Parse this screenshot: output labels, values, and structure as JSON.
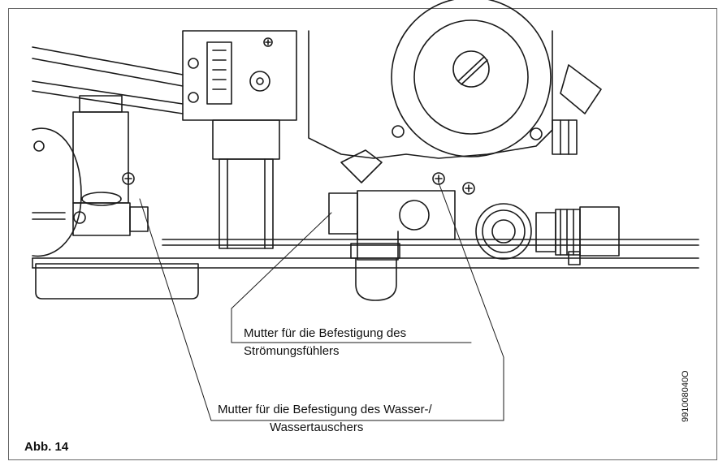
{
  "callouts": {
    "flow_sensor_nut": {
      "line1": "Mutter für die Befestigung des",
      "line2": "Strömungsfühlers"
    },
    "exchanger_nut": {
      "line1": "Mutter für die Befestigung des Wasser-/",
      "line2": "Wassertauschers"
    }
  },
  "figure_caption": "Abb. 14",
  "document_number": "991008040O",
  "colors": {
    "line": "#1a1a1a",
    "frame": "#666666",
    "background": "#ffffff"
  }
}
